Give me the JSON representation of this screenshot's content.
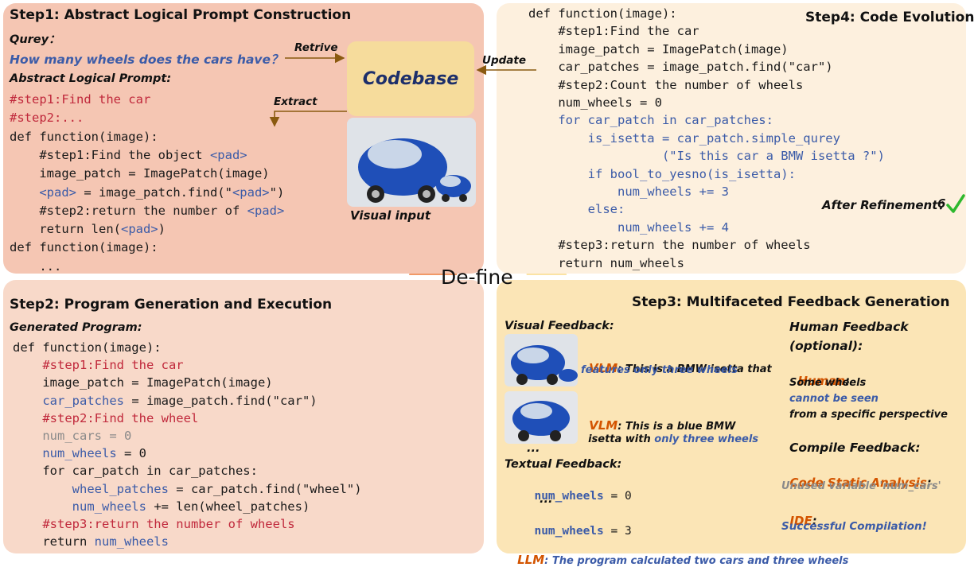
{
  "step1": {
    "title": "Step1: Abstract Logical Prompt Construction",
    "qurey_label": "Qurey：",
    "query": "How many wheels does the cars have？",
    "retrive": "Retrive",
    "update": "Update",
    "extract": "Extract",
    "codebase": "Codebase",
    "alp_label": "Abstract Logical Prompt:",
    "visual_input": "Visual input",
    "lines": [
      [
        {
          "t": "#step1:Find the car",
          "c": "red"
        }
      ],
      [
        {
          "t": "#step2:...",
          "c": "red"
        }
      ],
      [
        {
          "t": "def function(image):",
          "c": ""
        }
      ],
      [
        {
          "t": "    #step1:Find the object ",
          "c": ""
        },
        {
          "t": "<pad>",
          "c": "blue"
        }
      ],
      [
        {
          "t": "    image_patch = ImagePatch(image)",
          "c": ""
        }
      ],
      [
        {
          "t": "    ",
          "c": ""
        },
        {
          "t": "<pad>",
          "c": "blue"
        },
        {
          "t": " = image_patch.find(\"",
          "c": ""
        },
        {
          "t": "<pad>",
          "c": "blue"
        },
        {
          "t": "\")",
          "c": ""
        }
      ],
      [
        {
          "t": "    #step2:return the number of ",
          "c": ""
        },
        {
          "t": "<pad>",
          "c": "blue"
        }
      ],
      [
        {
          "t": "    return len(",
          "c": ""
        },
        {
          "t": "<pad>",
          "c": "blue"
        },
        {
          "t": ")",
          "c": ""
        }
      ],
      [
        {
          "t": "def function(image):",
          "c": ""
        }
      ],
      [
        {
          "t": "    ...",
          "c": ""
        }
      ]
    ]
  },
  "step4": {
    "title": "Step4: Code Evolution",
    "after_refinement": "After Refinement：",
    "after_value": "6",
    "lines": [
      [
        {
          "t": "def function(image):",
          "c": ""
        }
      ],
      [
        {
          "t": "    #step1:Find the car",
          "c": ""
        }
      ],
      [
        {
          "t": "    image_patch = ImagePatch(image)",
          "c": ""
        }
      ],
      [
        {
          "t": "    car_patches = image_patch.find(\"car\")",
          "c": ""
        }
      ],
      [
        {
          "t": "    #step2:Count the number of wheels",
          "c": ""
        }
      ],
      [
        {
          "t": "    num_wheels = 0",
          "c": ""
        }
      ],
      [
        {
          "t": "    for car_patch in car_patches:",
          "c": "blue"
        }
      ],
      [
        {
          "t": "        is_isetta = car_patch.simple_qurey",
          "c": "blue"
        }
      ],
      [
        {
          "t": "                  (\"Is this car a BMW isetta ?\")",
          "c": "blue"
        }
      ],
      [
        {
          "t": "        if bool_to_yesno(is_isetta):",
          "c": "blue"
        }
      ],
      [
        {
          "t": "            num_wheels += 3",
          "c": "blue"
        }
      ],
      [
        {
          "t": "        else:",
          "c": "blue"
        }
      ],
      [
        {
          "t": "            num_wheels += 4",
          "c": "blue"
        }
      ],
      [
        {
          "t": "    #step3:return the number of wheels",
          "c": ""
        }
      ],
      [
        {
          "t": "    return num_wheels",
          "c": ""
        }
      ]
    ]
  },
  "step2": {
    "title": "Step2: Program Generation and Execution",
    "gen_label": "Generated Program:",
    "lines": [
      [
        {
          "t": "def function(image):",
          "c": ""
        }
      ],
      [
        {
          "t": "    #step1:Find the car",
          "c": "red"
        }
      ],
      [
        {
          "t": "    image_patch = ImagePatch(image)",
          "c": ""
        }
      ],
      [
        {
          "t": "    car_patches",
          "c": "blue"
        },
        {
          "t": " = image_patch.find(\"car\")",
          "c": ""
        }
      ],
      [
        {
          "t": "    #step2:Find the wheel",
          "c": "red"
        }
      ],
      [
        {
          "t": "    num_cars = 0",
          "c": "gray"
        }
      ],
      [
        {
          "t": "    num_wheels",
          "c": "blue"
        },
        {
          "t": " = 0",
          "c": ""
        }
      ],
      [
        {
          "t": "    for car_patch in car_patches:",
          "c": ""
        }
      ],
      [
        {
          "t": "        wheel_patches",
          "c": "blue"
        },
        {
          "t": " = car_patch.find(\"wheel\")",
          "c": ""
        }
      ],
      [
        {
          "t": "        num_wheels",
          "c": "blue"
        },
        {
          "t": " += len(wheel_patches)",
          "c": ""
        }
      ],
      [
        {
          "t": "    #step3:return the number of wheels",
          "c": "red"
        }
      ],
      [
        {
          "t": "    return ",
          "c": ""
        },
        {
          "t": "num_wheels",
          "c": "blue"
        }
      ]
    ]
  },
  "step3": {
    "title": "Step3: Multifaceted Feedback Generation",
    "visual_label": "Visual Feedback:",
    "vlm1_a": "VLM",
    "vlm1_b": ": This is a BMW isetta that",
    "vlm1_c": "features only three wheels",
    "vlm2_a": "VLM",
    "vlm2_b": ": This is a blue BMW",
    "vlm2_c": "isetta with ",
    "vlm2_d": "only three wheels",
    "dots": "...",
    "textual_label": "Textual Feedback:",
    "tf1_var": "num_wheels",
    "tf1_val": " = 0",
    "tf_dots": "...",
    "tf2_var": "num_wheels",
    "tf2_val": " = 3",
    "human_label_1": "Human Feedback",
    "human_label_2": "(optional):",
    "human": "Human",
    "human_colon": ":",
    "human_l1": "Some wheels",
    "human_l2": "cannot be seen",
    "human_l3": "from a specific perspective",
    "compile_label": "Compile Feedback:",
    "csa": "Code Static Analysis",
    "csa_colon": ":",
    "unused": "Unused variable 'num_cars'",
    "ide": "IDE",
    "ide_colon": ":",
    "success": "Successful Compilation!",
    "llm": "LLM",
    "llm_text": ": The program calculated two cars and three wheels"
  },
  "center": "De-fine",
  "colors": {
    "step1_bg": "#f5c6b3",
    "step2_bg": "#f8d9c9",
    "step3_bg": "#fbe5b6",
    "step4_bg": "#fdf0de",
    "blue": "#3b5ba8",
    "red": "#c0283b",
    "green": "#2eb82e"
  }
}
